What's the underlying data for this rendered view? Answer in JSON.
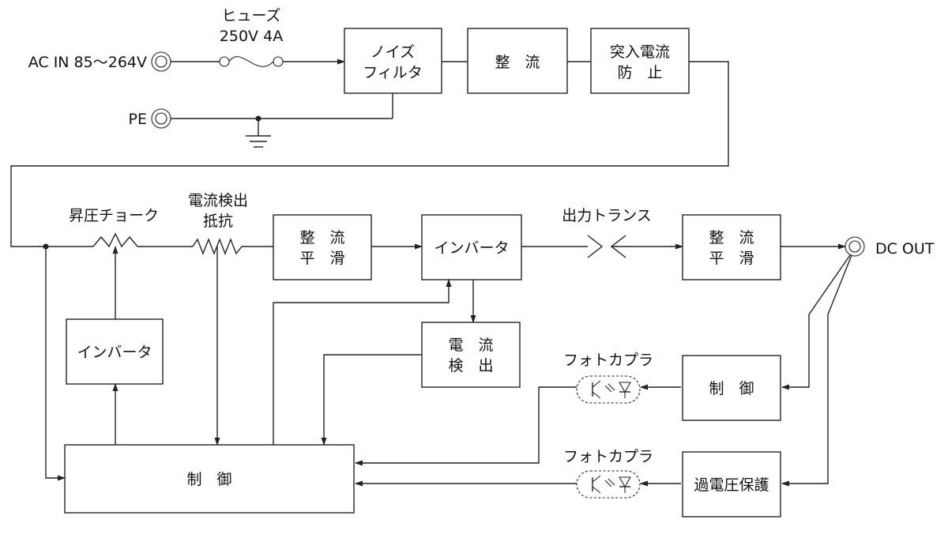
{
  "labels": {
    "ac_in": "AC IN 85～264V",
    "pe": "PE",
    "fuse_name": "ヒューズ",
    "fuse_rating": "250V 4A",
    "boost_choke": "昇圧チョーク",
    "current_sense_resistor_line1": "電流検出",
    "current_sense_resistor_line2": "抵抗",
    "output_transformer": "出力トランス",
    "photocoupler_1": "フォトカプラ",
    "photocoupler_2": "フォトカプラ",
    "dc_out": "DC OUT"
  },
  "blocks": {
    "noise_filter": {
      "line1": "ノイズ",
      "line2": "フィルタ"
    },
    "rectifier_1": {
      "line1": "整　流"
    },
    "inrush_limit": {
      "line1": "突入電流",
      "line2": "防　止"
    },
    "rect_smooth_1": {
      "line1": "整　流",
      "line2": "平　滑"
    },
    "inverter_main": {
      "line1": "インバータ"
    },
    "rect_smooth_2": {
      "line1": "整　流",
      "line2": "平　滑"
    },
    "inverter_pfc": {
      "line1": "インバータ"
    },
    "current_detect": {
      "line1": "電　流",
      "line2": "検　出"
    },
    "control_out": {
      "line1": "制　御"
    },
    "overvoltage": {
      "line1": "過電圧保護"
    },
    "control_main": {
      "line1": "制　御"
    }
  },
  "colors": {
    "line": "#222222",
    "background": "#ffffff"
  }
}
